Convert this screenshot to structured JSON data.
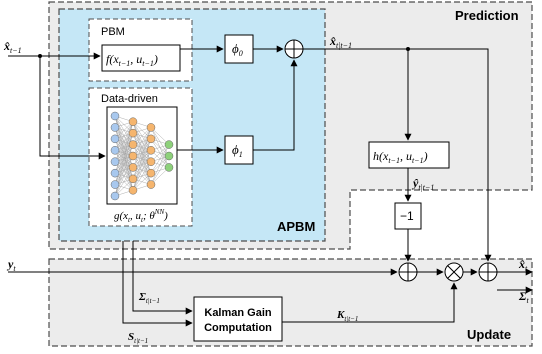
{
  "colors": {
    "gray_fill": "#ececec",
    "apbm_fill": "#c5e7f6",
    "dashed_stroke": "#4d4d4d",
    "node_orange": "#f5b56e",
    "node_green": "#8ed17b",
    "node_blue": "#a8c8ee"
  },
  "regions": {
    "prediction": "Prediction",
    "update": "Update",
    "apbm": "APBM",
    "pbm": "PBM",
    "data_driven": "Data-driven"
  },
  "inputs": {
    "x_prev": "x̂",
    "x_prev_sub": "t−1",
    "y_t": "y",
    "y_t_sub": "t"
  },
  "outputs": {
    "x_t": "x̂",
    "x_t_sub": "t",
    "sigma_t": "Σ",
    "sigma_t_sub": "t"
  },
  "blocks": {
    "f_func": "f(x",
    "f_func_rest": ", u",
    "f_func_end": ")",
    "f_sub1": "t−1",
    "f_sub2": "t−1",
    "phi0": "ϕ",
    "phi0_sub": "0",
    "phi1": "ϕ",
    "phi1_sub": "1",
    "g_func": "g(x",
    "g_sub1": "t",
    "g_mid": ", u",
    "g_sub2": "t",
    "g_end": "; θ",
    "g_sup": "NN",
    "g_close": ")",
    "h_func": "h(x",
    "h_sub1": "t−1",
    "h_mid": ", u",
    "h_sub2": "t−1",
    "h_end": ")",
    "neg_one": "−1",
    "kalman_line1": "Kalman Gain",
    "kalman_line2": "Computation"
  },
  "signals": {
    "x_pred": "x̂",
    "x_pred_sub": "t|t−1",
    "y_pred": "ŷ",
    "y_pred_sub": "t|t−1",
    "sigma_pred": "Σ",
    "sigma_pred_sub": "t|t−1",
    "s_pred": "S",
    "s_pred_sub": "t|t−1",
    "k_gain": "K",
    "k_gain_sub": "t|t−1"
  },
  "nn_layers": [
    {
      "color": "blue",
      "count": 8
    },
    {
      "color": "orange",
      "count": 7
    },
    {
      "color": "orange",
      "count": 6
    },
    {
      "color": "green",
      "count": 3
    }
  ]
}
